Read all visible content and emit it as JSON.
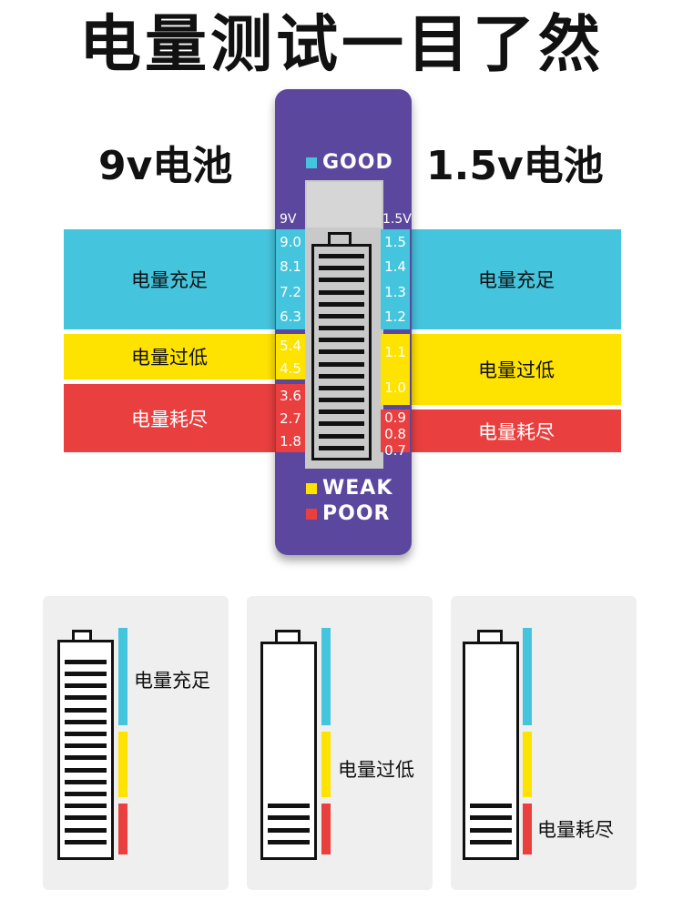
{
  "title": "电量测试一目了然",
  "labels": {
    "left_battery": "9v电池",
    "right_battery": "1.5v电池"
  },
  "status": {
    "full": "电量充足",
    "low": "电量过低",
    "empty": "电量耗尽"
  },
  "device": {
    "good": "GOOD",
    "weak": "WEAK",
    "poor": "POOR",
    "scale_9v": "9V",
    "scale_15v": "1.5V",
    "ticks_9v_blue": [
      "9.0",
      "8.1",
      "7.2",
      "6.3"
    ],
    "ticks_9v_yellow": [
      "5.4",
      "4.5"
    ],
    "ticks_9v_red": [
      "3.6",
      "2.7",
      "1.8"
    ],
    "ticks_15v_blue": [
      "1.5",
      "1.4",
      "1.3",
      "1.2"
    ],
    "ticks_15v_yellow": [
      "1.1",
      "1.0"
    ],
    "ticks_15v_red": [
      "0.9",
      "0.8",
      "0.7"
    ]
  },
  "colors": {
    "blue": "#45c5dd",
    "yellow": "#ffe300",
    "red": "#e9403f",
    "device": "#5c479f"
  },
  "examples": [
    {
      "level_bars": 16
    },
    {
      "level_bars": 4
    },
    {
      "level_bars": 4
    }
  ]
}
